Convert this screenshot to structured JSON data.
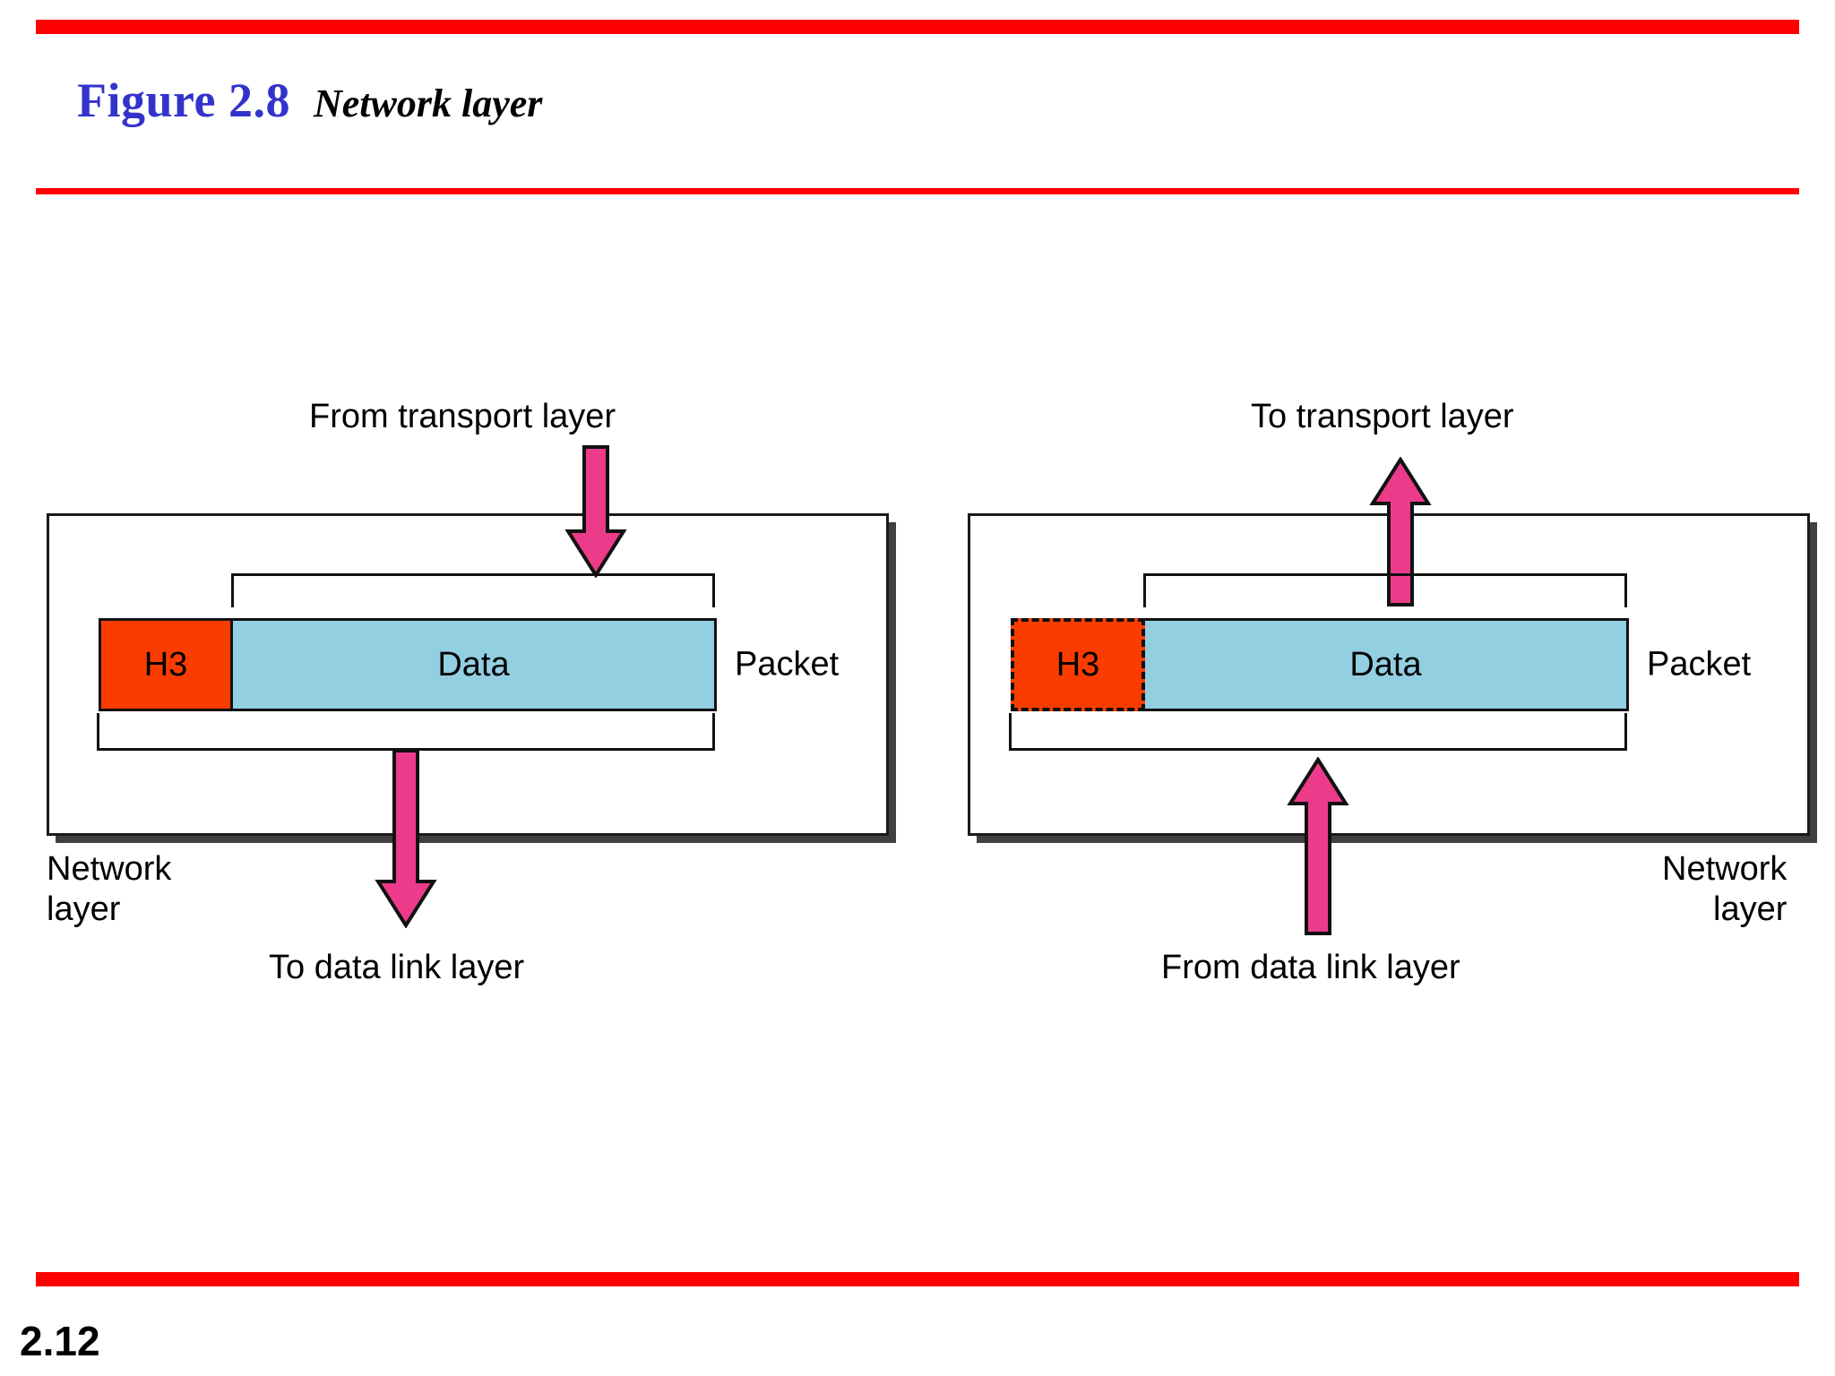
{
  "slide": {
    "number": "2.12",
    "accent_color": "#FF0000",
    "title_color": "#3333CC"
  },
  "figure": {
    "number": "Figure 2.8",
    "caption": "Network layer"
  },
  "diagram": {
    "type": "protocol-layer-encapsulation",
    "colors": {
      "header": "#FA3C00",
      "data": "#92CFE0",
      "arrow": "#EC3B8B",
      "outline": "#111111"
    },
    "panels": [
      {
        "id": "sender",
        "side": "left",
        "layer_label": "Network\nlayer",
        "layer_label_line1": "Network",
        "layer_label_line2": "layer",
        "top_note": "From transport layer",
        "bottom_note": "To data link layer",
        "top_arrow_direction": "down",
        "bottom_arrow_direction": "down",
        "packet": {
          "caption": "Packet",
          "segments": [
            {
              "name": "header",
              "label": "H3",
              "style": "solid"
            },
            {
              "name": "payload",
              "label": "Data",
              "style": "solid"
            }
          ]
        }
      },
      {
        "id": "receiver",
        "side": "right",
        "layer_label_line1": "Network",
        "layer_label_line2": "layer",
        "top_note": "To transport layer",
        "bottom_note": "From data link layer",
        "top_arrow_direction": "up",
        "bottom_arrow_direction": "up",
        "packet": {
          "caption": "Packet",
          "segments": [
            {
              "name": "header",
              "label": "H3",
              "style": "dashed"
            },
            {
              "name": "payload",
              "label": "Data",
              "style": "solid"
            }
          ]
        }
      }
    ]
  }
}
